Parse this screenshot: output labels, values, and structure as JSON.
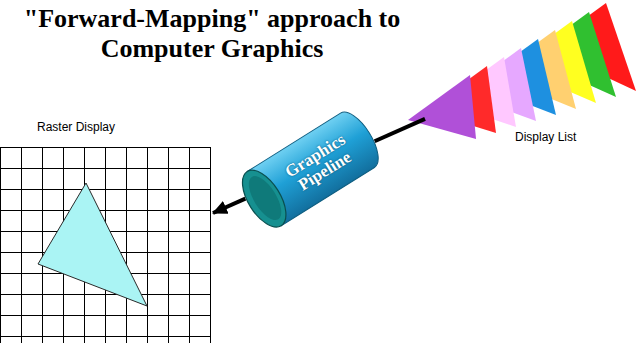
{
  "diagram": {
    "title": "\"Forward-Mapping\" approach to Computer Graphics",
    "nodes": [
      {
        "text": [
          "Raster Display"
        ]
      },
      {
        "text": [
          "Graphics Pipeline"
        ]
      },
      {
        "text": [
          "Display List"
        ]
      }
    ],
    "edges": [
      {
        "from": 2,
        "to": 1,
        "arrow": "none"
      },
      {
        "from": 1,
        "to": 0,
        "arrow": "to"
      }
    ]
  }
}
